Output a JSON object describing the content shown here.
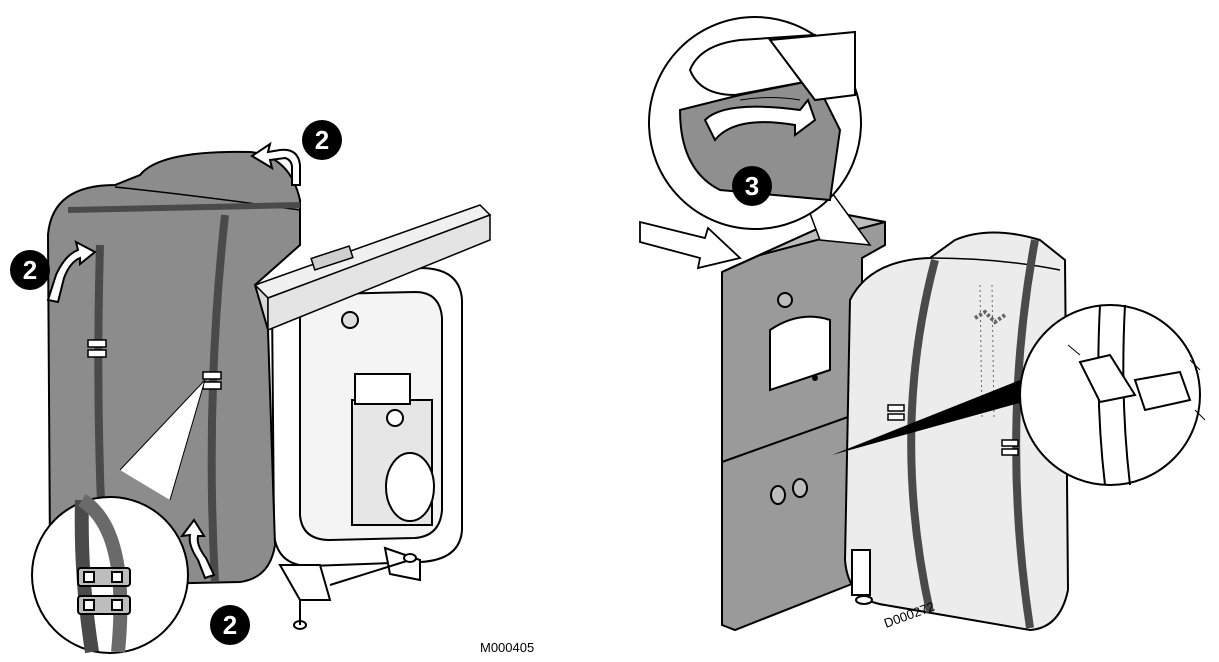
{
  "left_figure": {
    "step_badges": [
      "2",
      "2",
      "2"
    ],
    "reference_code": "M000405"
  },
  "right_figure": {
    "step_badge": "3",
    "reference_code": "D000272"
  },
  "colors": {
    "jacket_dark": "#8c8c8c",
    "jacket_light": "#ececec",
    "panel": "#9a9a9a",
    "strap": "#4a4a4a",
    "outline": "#000000",
    "badge_fill": "#000000",
    "badge_text": "#ffffff"
  },
  "icons": [
    "strap-clip-icon",
    "arrow-icon",
    "magnifier-callout-icon"
  ]
}
